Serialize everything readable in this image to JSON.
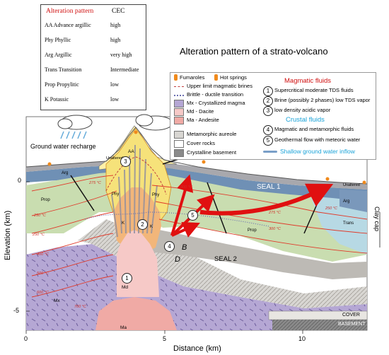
{
  "title": "Alteration pattern of a strato-volcano",
  "cec_table": {
    "header_pattern": "Alteration pattern",
    "header_cec": "CEC",
    "rows": [
      {
        "pattern": "AA Advance argillic",
        "cec": "high"
      },
      {
        "pattern": "Phy Phyllic",
        "cec": "high"
      },
      {
        "pattern": "Arg Argillic",
        "cec": "very high"
      },
      {
        "pattern": "Trans Transition",
        "cec": "Intermediate"
      },
      {
        "pattern": "Prop Propylitic",
        "cec": "low"
      },
      {
        "pattern": "K Potassic",
        "cec": "low"
      }
    ]
  },
  "legend": {
    "fumaroles": "Fumaroles",
    "hot_springs": "Hot springs",
    "upper_limit": "Upper limit magmatic brines",
    "brittle": "Brittle - ductile transition",
    "mx": "Mx - Crystallized magma",
    "md": "Md - Dacite",
    "ma": "Ma - Andesite",
    "metamorphic": "Metamorphic aureole",
    "cover": "Cover rocks",
    "basement": "Crystalline basement"
  },
  "fluids": {
    "magmatic_title": "Magmatic fluids",
    "items": [
      {
        "num": "1",
        "text": "Supercritical moderate TDS fluids"
      },
      {
        "num": "2",
        "text": "Brine (possibly 2 phases) low TDS vapor"
      },
      {
        "num": "3",
        "text": "low density acidic vapor"
      }
    ],
    "crustal_title": "Crustal fluids",
    "crustal_items": [
      {
        "num": "4",
        "text": "Magmatic and metamorphic fluids"
      },
      {
        "num": "5",
        "text": "Geothermal flow with meteoric water"
      }
    ],
    "shallow": "Shallow ground water inflow"
  },
  "labels": {
    "ground_water": "Ground water recharge",
    "seal1": "SEAL 1",
    "seal2": "SEAL 2",
    "clay_cap": "Clay cap",
    "cover": "COVER",
    "basement": "BASEMENT",
    "b": "B",
    "d": "D",
    "unaltered_left": "Unaltered",
    "unaltered_right": "Unaltered",
    "arg_left": "Arg",
    "arg_right": "Arg",
    "prop_left": "Prop",
    "prop_mid": "Prop",
    "trans": "Trans",
    "phy_left": "Phy",
    "phy_right": "Phy",
    "aa": "AA",
    "k_left": "K",
    "k_right": "K",
    "md": "Md",
    "mx": "Mx",
    "ma": "Ma"
  },
  "isotherms": [
    "275 °C",
    "250 °C",
    "300 °C",
    "250 °C",
    "275 °C",
    "300 °C",
    "400 °C",
    "500 °C",
    "600 °C",
    "700 °C",
    "250 °C"
  ],
  "y_axis": {
    "label": "Elevation (km)",
    "ticks": [
      "0",
      "-5"
    ]
  },
  "x_axis": {
    "label": "Distance (km)",
    "ticks": [
      "0",
      "5",
      "10"
    ]
  },
  "markers": [
    "1",
    "2",
    "3",
    "4",
    "5"
  ]
}
